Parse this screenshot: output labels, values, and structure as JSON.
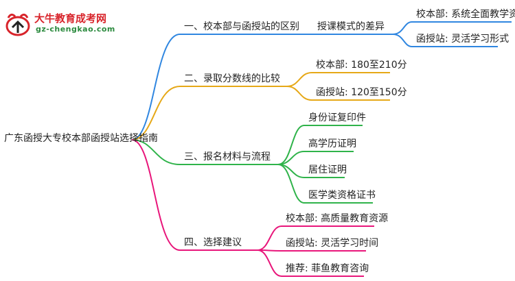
{
  "logo": {
    "title": "大牛教育成考网",
    "url": "gz-chengkao.com"
  },
  "root": {
    "label": "广东函授大专校本部函授站选择指南"
  },
  "branches": {
    "b1": {
      "label": "一、校本部与函授站的区别",
      "color": "#2f86e0",
      "sub": {
        "label": "授课模式的差异"
      },
      "leaves": [
        "校本部: 系统全面教学资源",
        "函授站: 灵活学习形式"
      ]
    },
    "b2": {
      "label": "二、录取分数线的比较",
      "color": "#e6a817",
      "leaves": [
        "校本部: 180至210分",
        "函授站: 120至150分"
      ]
    },
    "b3": {
      "label": "三、报名材料与流程",
      "color": "#2fb34a",
      "leaves": [
        "身份证复印件",
        "高学历证明",
        "居住证明",
        "医学类资格证书"
      ]
    },
    "b4": {
      "label": "四、选择建议",
      "color": "#e8157a",
      "leaves": [
        "校本部: 高质量教育资源",
        "函授站: 灵活学习时间",
        "推荐: 菲鱼教育咨询"
      ]
    }
  }
}
